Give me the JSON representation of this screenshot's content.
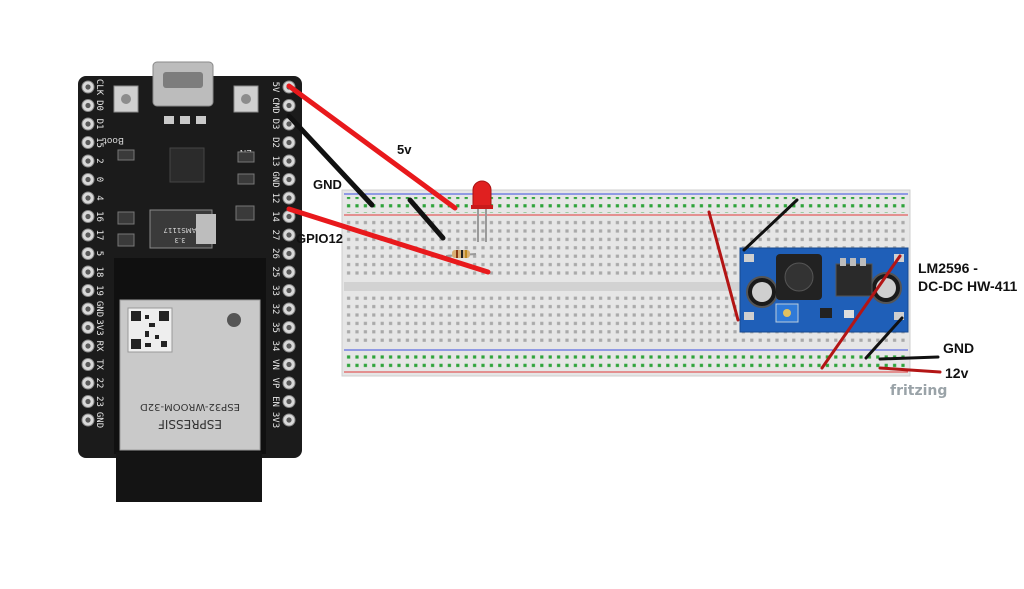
{
  "labels": {
    "v5": "5v",
    "gnd_top": "GND",
    "gpio12": "GPIO12",
    "regulator_line1": "LM2596 -",
    "regulator_line2": "DC-DC HW-411",
    "gnd_right": "GND",
    "v12": "12v",
    "fritzing": "fritzing"
  },
  "esp32": {
    "left_pins": [
      "CLK",
      "D0",
      "D1",
      "15",
      "2",
      "0",
      "4",
      "16",
      "17",
      "5",
      "18",
      "19",
      "GND",
      "3V3",
      "RX",
      "TX",
      "22",
      "23",
      "GND"
    ],
    "right_pins": [
      "5V",
      "CMD",
      "D3",
      "D2",
      "13",
      "GND",
      "12",
      "14",
      "27",
      "26",
      "25",
      "33",
      "32",
      "35",
      "34",
      "VN",
      "VP",
      "EN",
      "3V3"
    ],
    "module_brand": "ESPRESSIF",
    "module_model": "ESP32-WROOM-32D",
    "boot_label": "Boot",
    "en_label": "EN",
    "regulator_text": "AMS1117",
    "regulator_sub": "3.3"
  },
  "colors": {
    "wire_red": "#e8191c",
    "wire_black": "#111111",
    "board": "#1b1b1b",
    "module_metal": "#c9c9c9",
    "buck_pcb": "#1f5fb8",
    "breadboard": "#e6e6e6",
    "rail_red": "#e03b3b",
    "rail_blue": "#3b4fe0",
    "hole_green": "#2ea33a",
    "led_red": "#e02020"
  }
}
